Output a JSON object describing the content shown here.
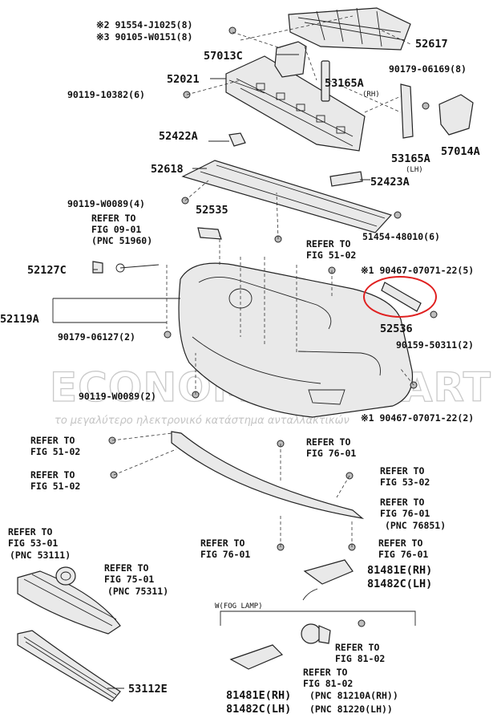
{
  "watermark": {
    "brand": "ECONOMYCARPARTS.GR",
    "tagline": "το μεγαλύτερο ηλεκτρονικό κατάστημα ανταλλακτικών"
  },
  "labels": {
    "p91554": "※2 91554-J1025(8)",
    "p90105": "※3 90105-W0151(8)",
    "p52617": "52617",
    "p57013c": "57013C",
    "p90179_06169": "90179-06169(8)",
    "p52021": "52021",
    "p53165a_rh": "53165A",
    "rh": "(RH)",
    "p90119_10382": "90119-10382(6)",
    "p52422a": "52422A",
    "p53165a_lh": "53165A",
    "lh": "(LH)",
    "p57014a": "57014A",
    "p52618": "52618",
    "p52423a": "52423A",
    "p90119_w0089_4": "90119-W0089(4)",
    "p52535": "52535",
    "refer_0901_a": "REFER TO",
    "refer_0901_b": "FIG 09-01",
    "refer_0901_c": "(PNC 51960)",
    "p51454": "51454-48010(6)",
    "refer_5102a_a": "REFER TO",
    "refer_5102a_b": "FIG 51-02",
    "p52127c": "52127C",
    "p90467_5": "※1 90467-07071-22(5)",
    "p52119a": "52119A",
    "p90179_06127": "90179-06127(2)",
    "p52536": "52536",
    "p90159": "90159-50311(2)",
    "p90119_w0089_2": "90119-W0089(2)",
    "p90467_2": "※1 90467-07071-22(2)",
    "refer_5102b_a": "REFER TO",
    "refer_5102b_b": "FIG 51-02",
    "refer_7601a_a": "REFER TO",
    "refer_7601a_b": "FIG 76-01",
    "refer_5102c_a": "REFER TO",
    "refer_5102c_b": "FIG 51-02",
    "refer_5302_a": "REFER TO",
    "refer_5302_b": "FIG 53-02",
    "refer_7601b_a": "REFER TO",
    "refer_7601b_b": "FIG 76-01",
    "refer_7601b_c": "(PNC 76851)",
    "refer_5301_a": "REFER TO",
    "refer_5301_b": "FIG 53-01",
    "refer_5301_c": "(PNC 53111)",
    "refer_7601c_a": "REFER TO",
    "refer_7601c_b": "FIG 76-01",
    "refer_7601d_a": "REFER TO",
    "refer_7601d_b": "FIG 76-01",
    "refer_7501_a": "REFER TO",
    "refer_7501_b": "FIG 75-01",
    "refer_7501_c": "(PNC 75311)",
    "p81481e_rh": "81481E(RH)",
    "p81482c_lh": "81482C(LH)",
    "fog": "W(FOG LAMP)",
    "refer_8102a_a": "REFER TO",
    "refer_8102a_b": "FIG 81-02",
    "refer_8102b_a": "REFER TO",
    "refer_8102b_b": "FIG 81-02",
    "p53112e": "53112E",
    "b81481e": "81481E(RH)",
    "b81482c": "81482C(LH)",
    "pnc81210a": "(PNC 81210A(RH))",
    "pnc81220": "(PNC 81220(LH))"
  }
}
